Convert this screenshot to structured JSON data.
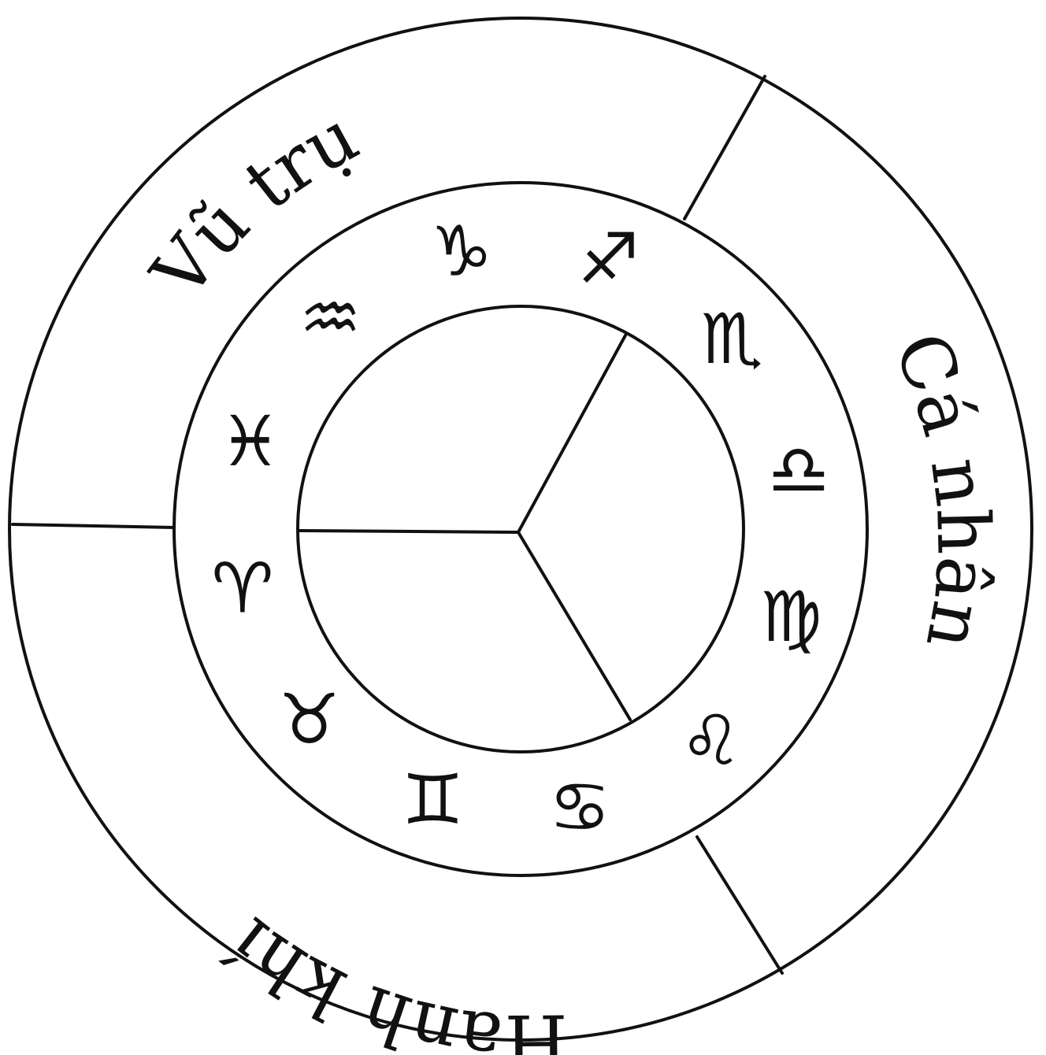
{
  "colors": {
    "line": "#111111",
    "background": "#ffffff"
  },
  "sectors": [
    {
      "key": "cosmos",
      "label": "Vũ trụ"
    },
    {
      "key": "individual",
      "label": "Cá nhân"
    },
    {
      "key": "qi",
      "label": "Hành khí"
    }
  ],
  "zodiac": [
    {
      "name": "capricorn-icon",
      "glyph": "♑"
    },
    {
      "name": "sagittarius-icon",
      "glyph": "♐"
    },
    {
      "name": "scorpio-icon",
      "glyph": "♏"
    },
    {
      "name": "libra-icon",
      "glyph": "♎"
    },
    {
      "name": "virgo-icon",
      "glyph": "♍"
    },
    {
      "name": "leo-icon",
      "glyph": "♌"
    },
    {
      "name": "cancer-icon",
      "glyph": "♋"
    },
    {
      "name": "gemini-icon",
      "glyph": "♊"
    },
    {
      "name": "taurus-icon",
      "glyph": "♉"
    },
    {
      "name": "aries-icon",
      "glyph": "♈"
    },
    {
      "name": "pisces-icon",
      "glyph": "♓"
    },
    {
      "name": "aquarius-icon",
      "glyph": "♒"
    }
  ]
}
